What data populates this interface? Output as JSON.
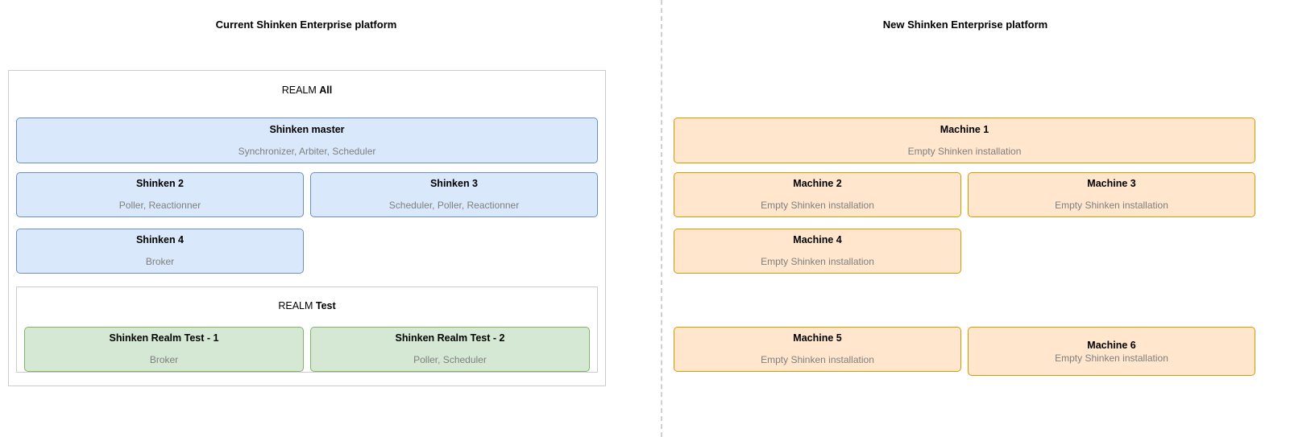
{
  "panels": {
    "left": {
      "title": "Current Shinken Enterprise platform",
      "realms": [
        {
          "label_prefix": "REALM",
          "label_name": "All",
          "nodes": [
            {
              "title": "Shinken master",
              "subtitle": "Synchronizer, Arbiter, Scheduler"
            },
            {
              "title": "Shinken 2",
              "subtitle": "Poller, Reactionner"
            },
            {
              "title": "Shinken 3",
              "subtitle": "Scheduler, Poller, Reactionner"
            },
            {
              "title": "Shinken 4",
              "subtitle": "Broker"
            }
          ]
        },
        {
          "label_prefix": "REALM",
          "label_name": "Test",
          "nodes": [
            {
              "title": "Shinken Realm Test - 1",
              "subtitle": "Broker"
            },
            {
              "title": "Shinken Realm Test - 2",
              "subtitle": "Poller, Scheduler"
            }
          ]
        }
      ]
    },
    "right": {
      "title": "New Shinken Enterprise platform",
      "nodes": [
        {
          "title": "Machine 1",
          "subtitle": "Empty Shinken installation"
        },
        {
          "title": "Machine 2",
          "subtitle": "Empty Shinken installation"
        },
        {
          "title": "Machine 3",
          "subtitle": "Empty Shinken installation"
        },
        {
          "title": "Machine 4",
          "subtitle": "Empty Shinken installation"
        },
        {
          "title": "Machine 5",
          "subtitle": "Empty Shinken installation"
        },
        {
          "title": "Machine 6",
          "subtitle": "Empty Shinken installation"
        }
      ]
    }
  },
  "colors": {
    "blue_fill": "#dae8fc",
    "blue_stroke": "#6c8ebf",
    "green_fill": "#d5e8d4",
    "green_stroke": "#82b366",
    "orange_fill": "#ffe6cc",
    "orange_stroke": "#d79b00",
    "container_stroke": "#cccccc",
    "divider_stroke": "#d0d0d0",
    "subtitle_text": "#7f7f7f",
    "title_text": "#000000",
    "background": "#ffffff"
  }
}
